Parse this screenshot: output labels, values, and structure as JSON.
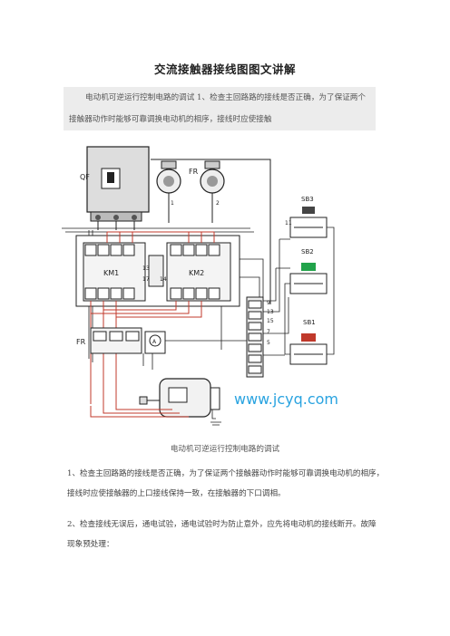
{
  "document": {
    "title": "交流接触器接线图图文讲解",
    "summary": {
      "line1": "电动机可逆运行控制电路的调试 1、检查主回路路的接线是否正确，为了保证两个",
      "line2": "接触器动作时能够可靠调换电动机的相序，接线时应使接触"
    },
    "figure": {
      "caption": "电动机可逆运行控制电路的调试",
      "watermark": "www.jcyq.com",
      "labels": {
        "qf": "QF",
        "fr_top": "FR",
        "fr_bottom": "FR",
        "km1": "KM1",
        "km2": "KM2",
        "sb3": "SB3",
        "sb2": "SB2",
        "sb1": "SB1"
      }
    },
    "paragraphs": [
      {
        "line1": "1、检查主回路路的接线是否正确，为了保证两个接触器动作时能够可靠调换电动机的相序，",
        "line2": "接线时应使接触器的上口接线保持一致，在接触器的下口调相。"
      },
      {
        "line1": "2、检查接线无误后，通电试验，通电试验时为防止意外，应先将电动机的接线断开。故障",
        "line2": "现象预处理："
      }
    ]
  }
}
